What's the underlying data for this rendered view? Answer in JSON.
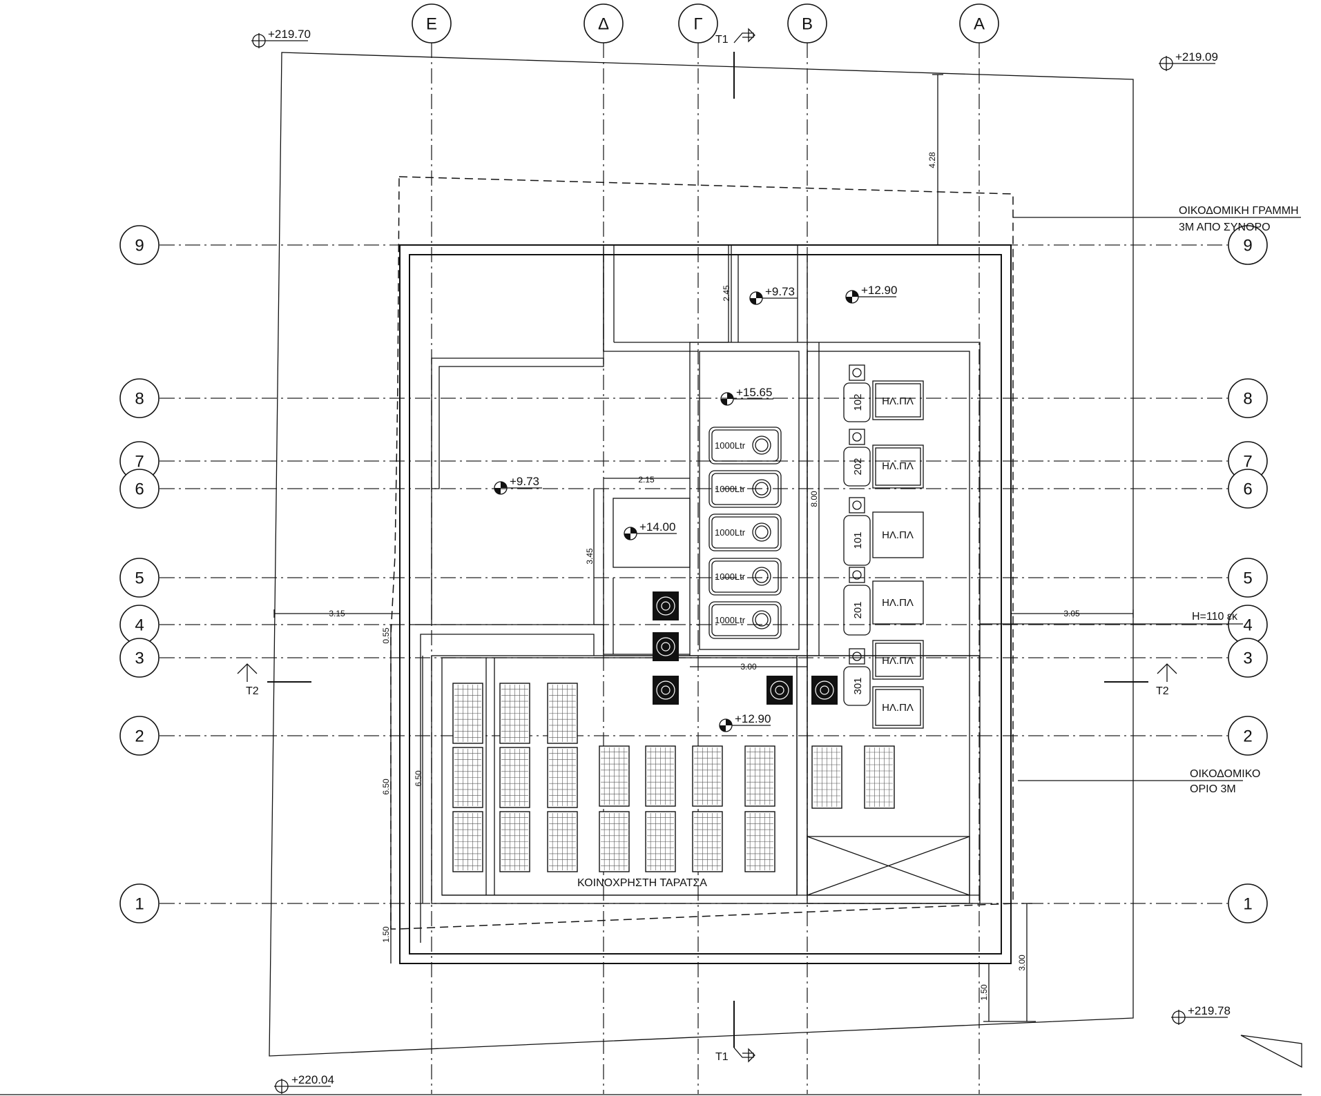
{
  "drawing": {
    "column_axes": [
      {
        "id": "col-E",
        "label": "Ε"
      },
      {
        "id": "col-D",
        "label": "Δ"
      },
      {
        "id": "col-G",
        "label": "Γ"
      },
      {
        "id": "col-B",
        "label": "Β"
      },
      {
        "id": "col-A",
        "label": "Α"
      }
    ],
    "row_axes": [
      "9",
      "8",
      "7",
      "6",
      "5",
      "4",
      "3",
      "2",
      "1"
    ],
    "section_markers": {
      "t1": "T1",
      "t2": "T2"
    },
    "site_levels": {
      "top_left": "+219.70",
      "top_right": "+219.09",
      "bottom_left": "+220.04",
      "bottom_right": "+219.78"
    },
    "roof_levels": {
      "upper_left_roof": "+9.73",
      "stair_top": "+9.73",
      "upper_right_roof": "+12.90",
      "tank_area": "+15.65",
      "small_block": "+14.00",
      "terrace": "+12.90"
    },
    "tanks": [
      "1000Ltr",
      "1000Ltr",
      "1000Ltr",
      "1000Ltr",
      "1000Ltr"
    ],
    "meters": [
      "102",
      "202",
      "101",
      "201",
      "301"
    ],
    "panels": [
      "ΗΛ.ΠΛ",
      "ΗΛ.ΠΛ",
      "ΗΛ.ΠΛ",
      "ΗΛ.ΠΛ",
      "ΗΛ.ΠΛ",
      "ΗΛ.ΠΛ"
    ],
    "dimensions": {
      "d_4_28": "4.28",
      "d_2_45": "2.45",
      "d_2_15": "2.15",
      "d_8_00": "8.00",
      "d_3_45": "3.45",
      "d_3_15": "3.15",
      "d_3_05": "3.05",
      "d_0_55": "0.55",
      "d_3_00_top": "3.00",
      "d_6_50_a": "6.50",
      "d_6_50_b": "6.50",
      "d_1_50_left": "1.50",
      "d_1_50_right": "1.50",
      "d_3_00_right": "3.00"
    },
    "notes": {
      "building_line_1": "ΟΙΚΟΔΟΜΙΚΗ ΓΡΑΜΜΗ",
      "building_line_2": "3Μ ΑΠΟ ΣΥΝΟΡΟ",
      "building_limit_1": "ΟΙΚΟΔΟΜΙΚΟ",
      "building_limit_2": "ΟΡΙΟ 3Μ",
      "parapet": "Η=110 εκ",
      "terrace": "ΚΟΙΝΟΧΡΗΣΤΗ ΤΑΡΑΤΣΑ"
    }
  }
}
